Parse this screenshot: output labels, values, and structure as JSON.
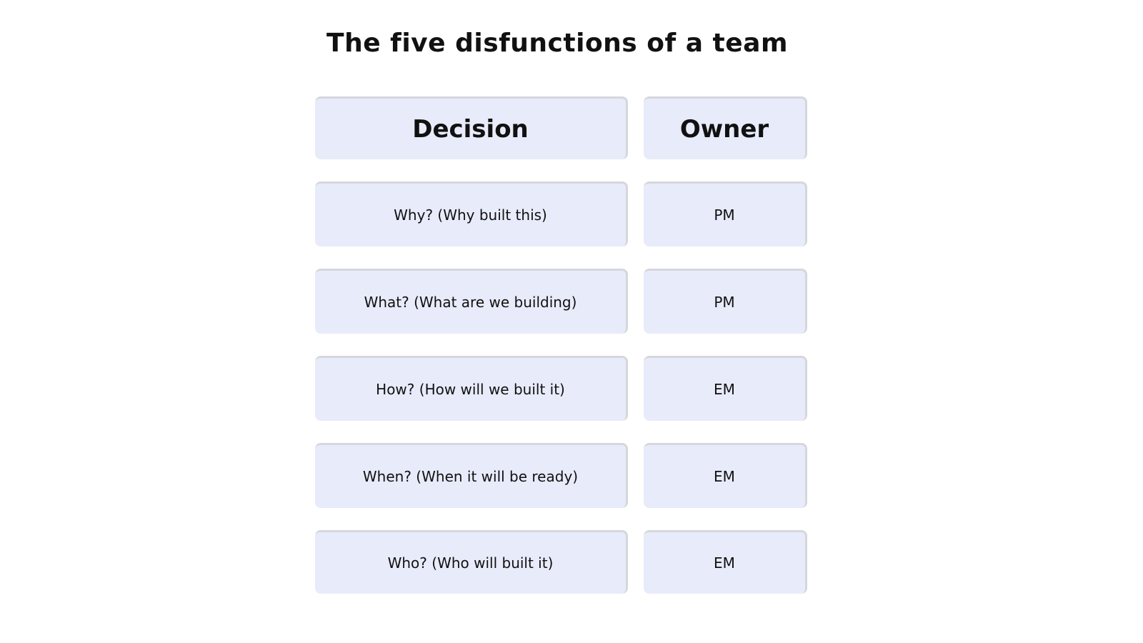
{
  "title": "The five disfunctions of a team",
  "headers": {
    "decision": "Decision",
    "owner": "Owner"
  },
  "rows": [
    {
      "decision": "Why? (Why built this)",
      "owner": "PM"
    },
    {
      "decision": "What? (What are we building)",
      "owner": "PM"
    },
    {
      "decision": "How? (How will we built it)",
      "owner": "EM"
    },
    {
      "decision": "When? (When it will be ready)",
      "owner": "EM"
    },
    {
      "decision": "Who? (Who will built it)",
      "owner": "EM"
    }
  ]
}
